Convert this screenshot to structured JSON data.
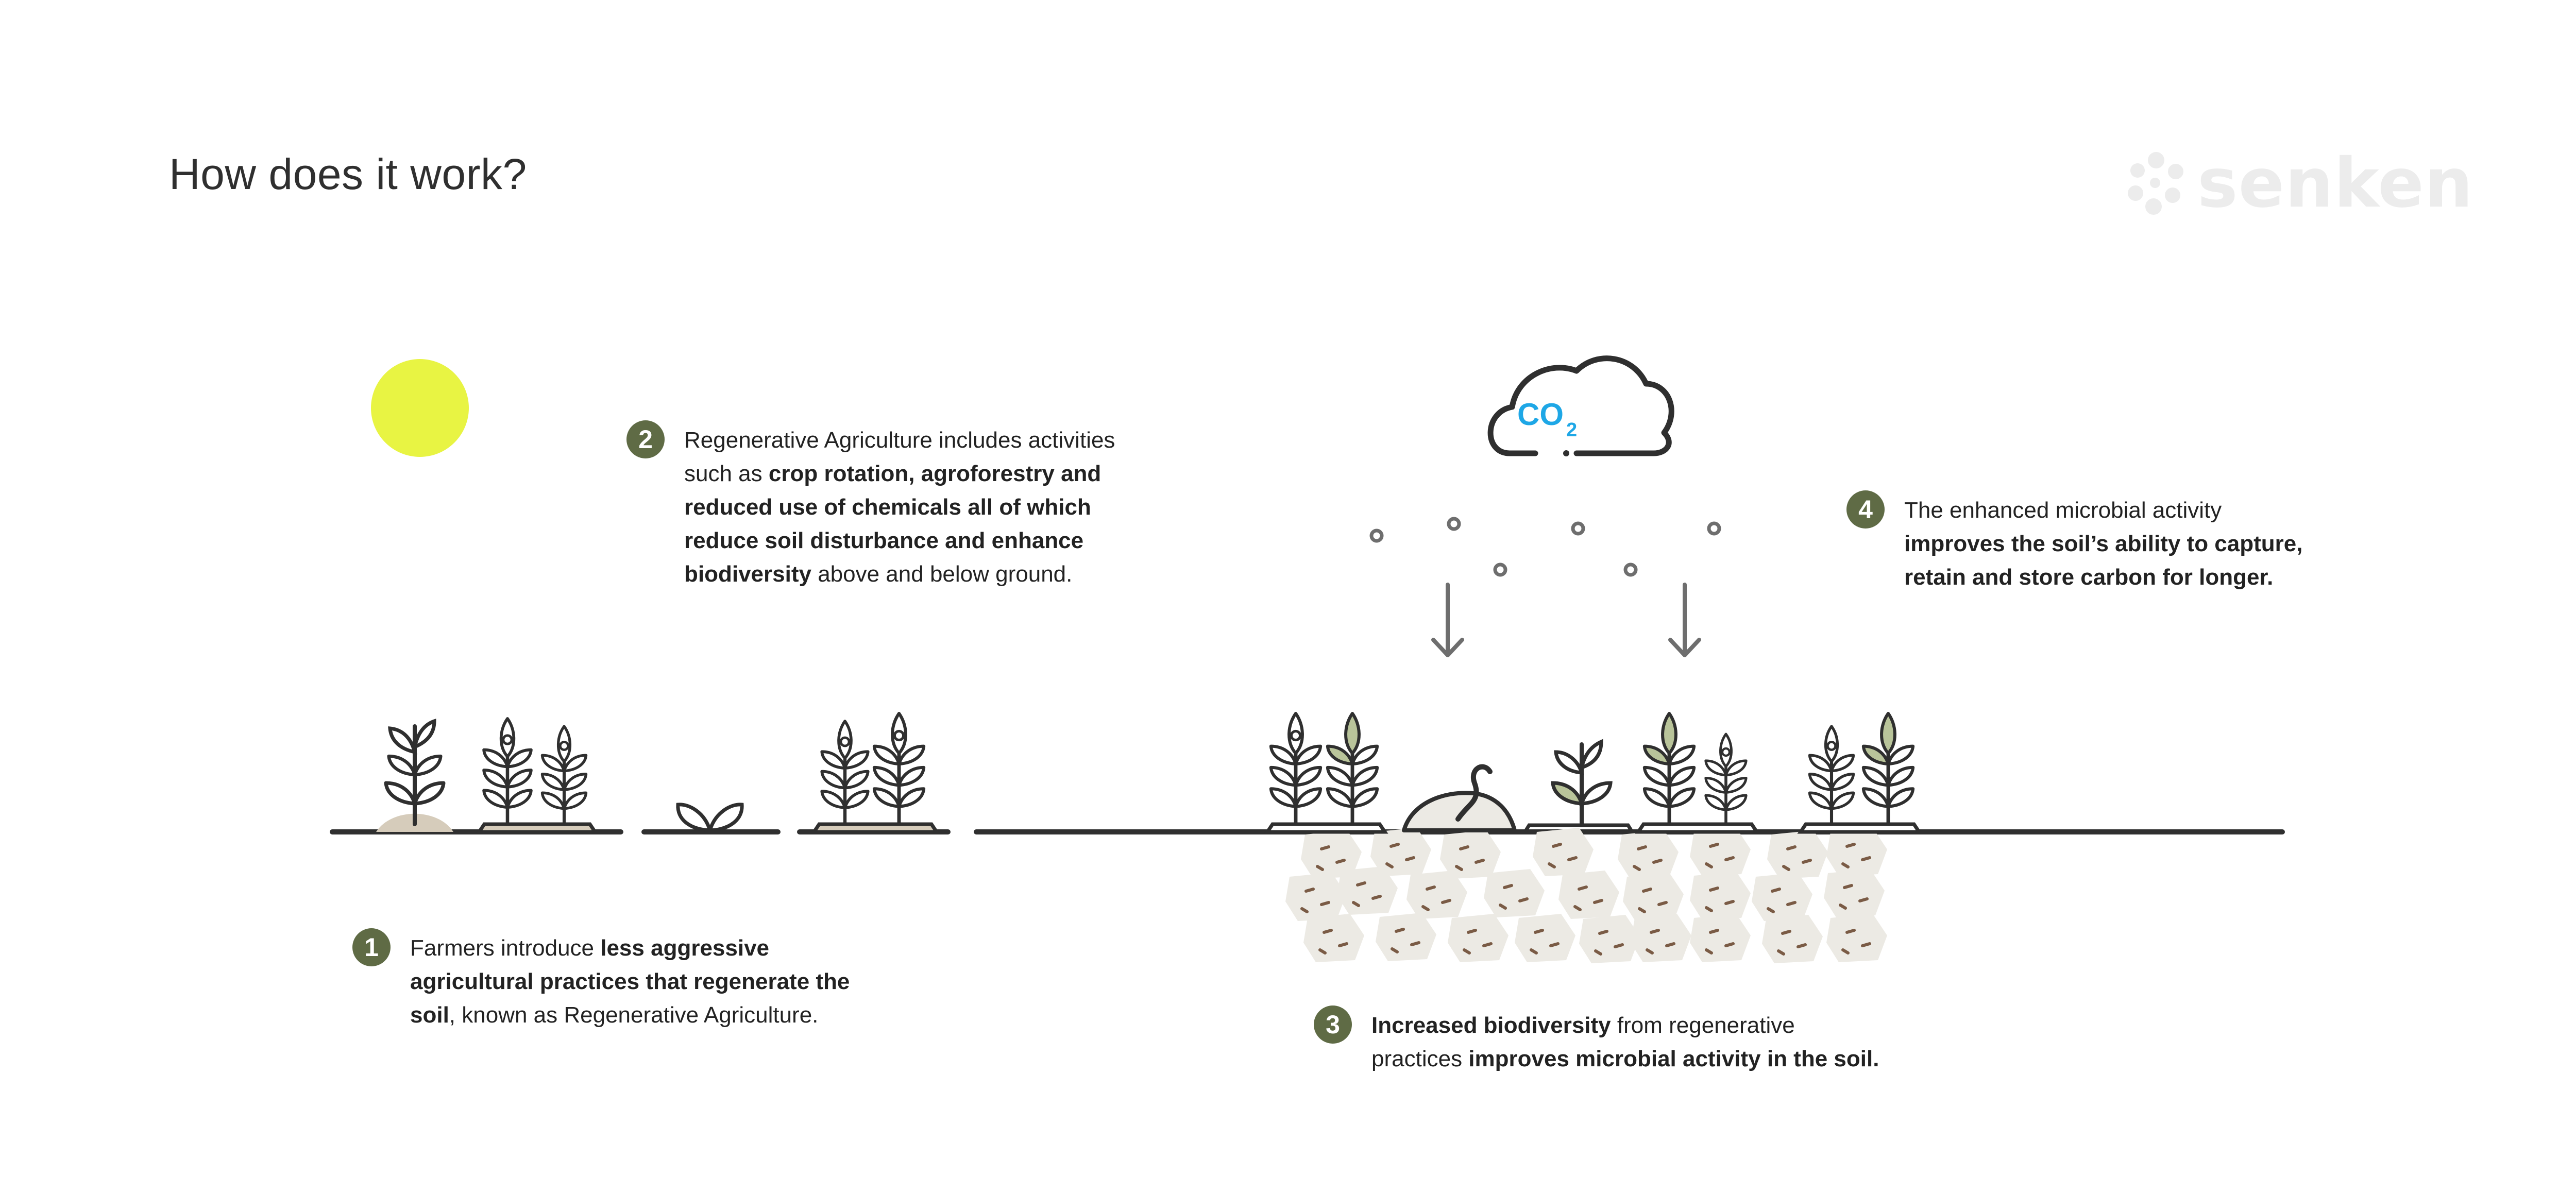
{
  "title": "How does it work?",
  "brand": {
    "name": "senken",
    "logo_icon": "flower-dots-icon",
    "logo_color": "#ececec"
  },
  "colors": {
    "accent_olive": "#5f6b45",
    "sun": "#e8f443",
    "soil": "#eceae4",
    "co2": "#1ea7e6",
    "ink": "#2f2f2f"
  },
  "cloud": {
    "co2_text": "CO",
    "co2_sub": "2"
  },
  "steps": [
    {
      "number": "1",
      "lines": [
        {
          "segs": [
            {
              "t": "Farmers introduce ",
              "b": false
            },
            {
              "t": "less aggressive",
              "b": true
            }
          ]
        },
        {
          "segs": [
            {
              "t": "agricultural practices that regenerate the",
              "b": true
            }
          ]
        },
        {
          "segs": [
            {
              "t": "soil",
              "b": true
            },
            {
              "t": ", known as Regenerative Agriculture.",
              "b": false
            }
          ]
        }
      ]
    },
    {
      "number": "2",
      "lines": [
        {
          "segs": [
            {
              "t": "Regenerative Agriculture includes activities",
              "b": false
            }
          ]
        },
        {
          "segs": [
            {
              "t": "such as ",
              "b": false
            },
            {
              "t": "crop rotation, agroforestry and",
              "b": true
            }
          ]
        },
        {
          "segs": [
            {
              "t": "reduced use of chemicals all of which",
              "b": true
            }
          ]
        },
        {
          "segs": [
            {
              "t": "reduce soil disturbance and enhance",
              "b": true
            }
          ]
        },
        {
          "segs": [
            {
              "t": "biodiversity",
              "b": true
            },
            {
              "t": " above and below ground.",
              "b": false
            }
          ]
        }
      ]
    },
    {
      "number": "3",
      "lines": [
        {
          "segs": [
            {
              "t": "Increased biodiversity",
              "b": true
            },
            {
              "t": " from regenerative",
              "b": false
            }
          ]
        },
        {
          "segs": [
            {
              "t": "practices ",
              "b": false
            },
            {
              "t": "improves microbial activity in the soil.",
              "b": true
            }
          ]
        }
      ]
    },
    {
      "number": "4",
      "lines": [
        {
          "segs": [
            {
              "t": "The enhanced microbial activity",
              "b": false
            }
          ]
        },
        {
          "segs": [
            {
              "t": "improves the soil’s ability to capture,",
              "b": true
            }
          ]
        },
        {
          "segs": [
            {
              "t": "retain and store carbon for longer.",
              "b": true
            }
          ]
        }
      ]
    }
  ]
}
